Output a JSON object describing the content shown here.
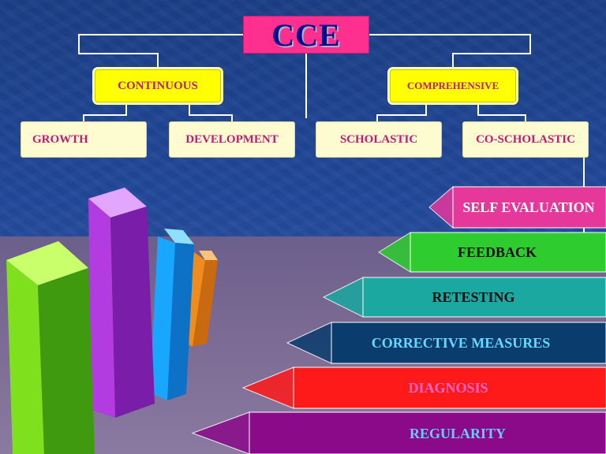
{
  "diagram": {
    "title": "CCE",
    "level1": {
      "left": "CONTINUOUS",
      "right": "COMPREHENSIVE"
    },
    "level2": [
      "GROWTH",
      "DEVELOPMENT",
      "SCHOLASTIC",
      "CO-SCHOLASTIC"
    ],
    "steps": [
      {
        "label": "SELF EVALUATION",
        "color": "#e5389a",
        "text_color": "#ffffff"
      },
      {
        "label": "FEEDBACK",
        "color": "#2ecc2e",
        "text_color": "#101010"
      },
      {
        "label": "RETESTING",
        "color": "#1aa8a0",
        "text_color": "#101010"
      },
      {
        "label": "CORRECTIVE MEASURES",
        "color": "#0a3d6e",
        "text_color": "#66d9ff"
      },
      {
        "label": "DIAGNOSIS",
        "color": "#ff1a1a",
        "text_color": "#ff66cc"
      },
      {
        "label": "REGULARITY",
        "color": "#8a0a8a",
        "text_color": "#66ccff"
      }
    ]
  },
  "colors": {
    "title_fill": "#ff2f8f",
    "title_text": "#0a0a8a",
    "level1_fill": "#ffff00",
    "level2_fill": "#fdfbd0",
    "node_text": "#c01b75"
  },
  "decor": {
    "bars": [
      "green-bar",
      "purple-bar",
      "blue-bar",
      "orange-bar"
    ]
  }
}
